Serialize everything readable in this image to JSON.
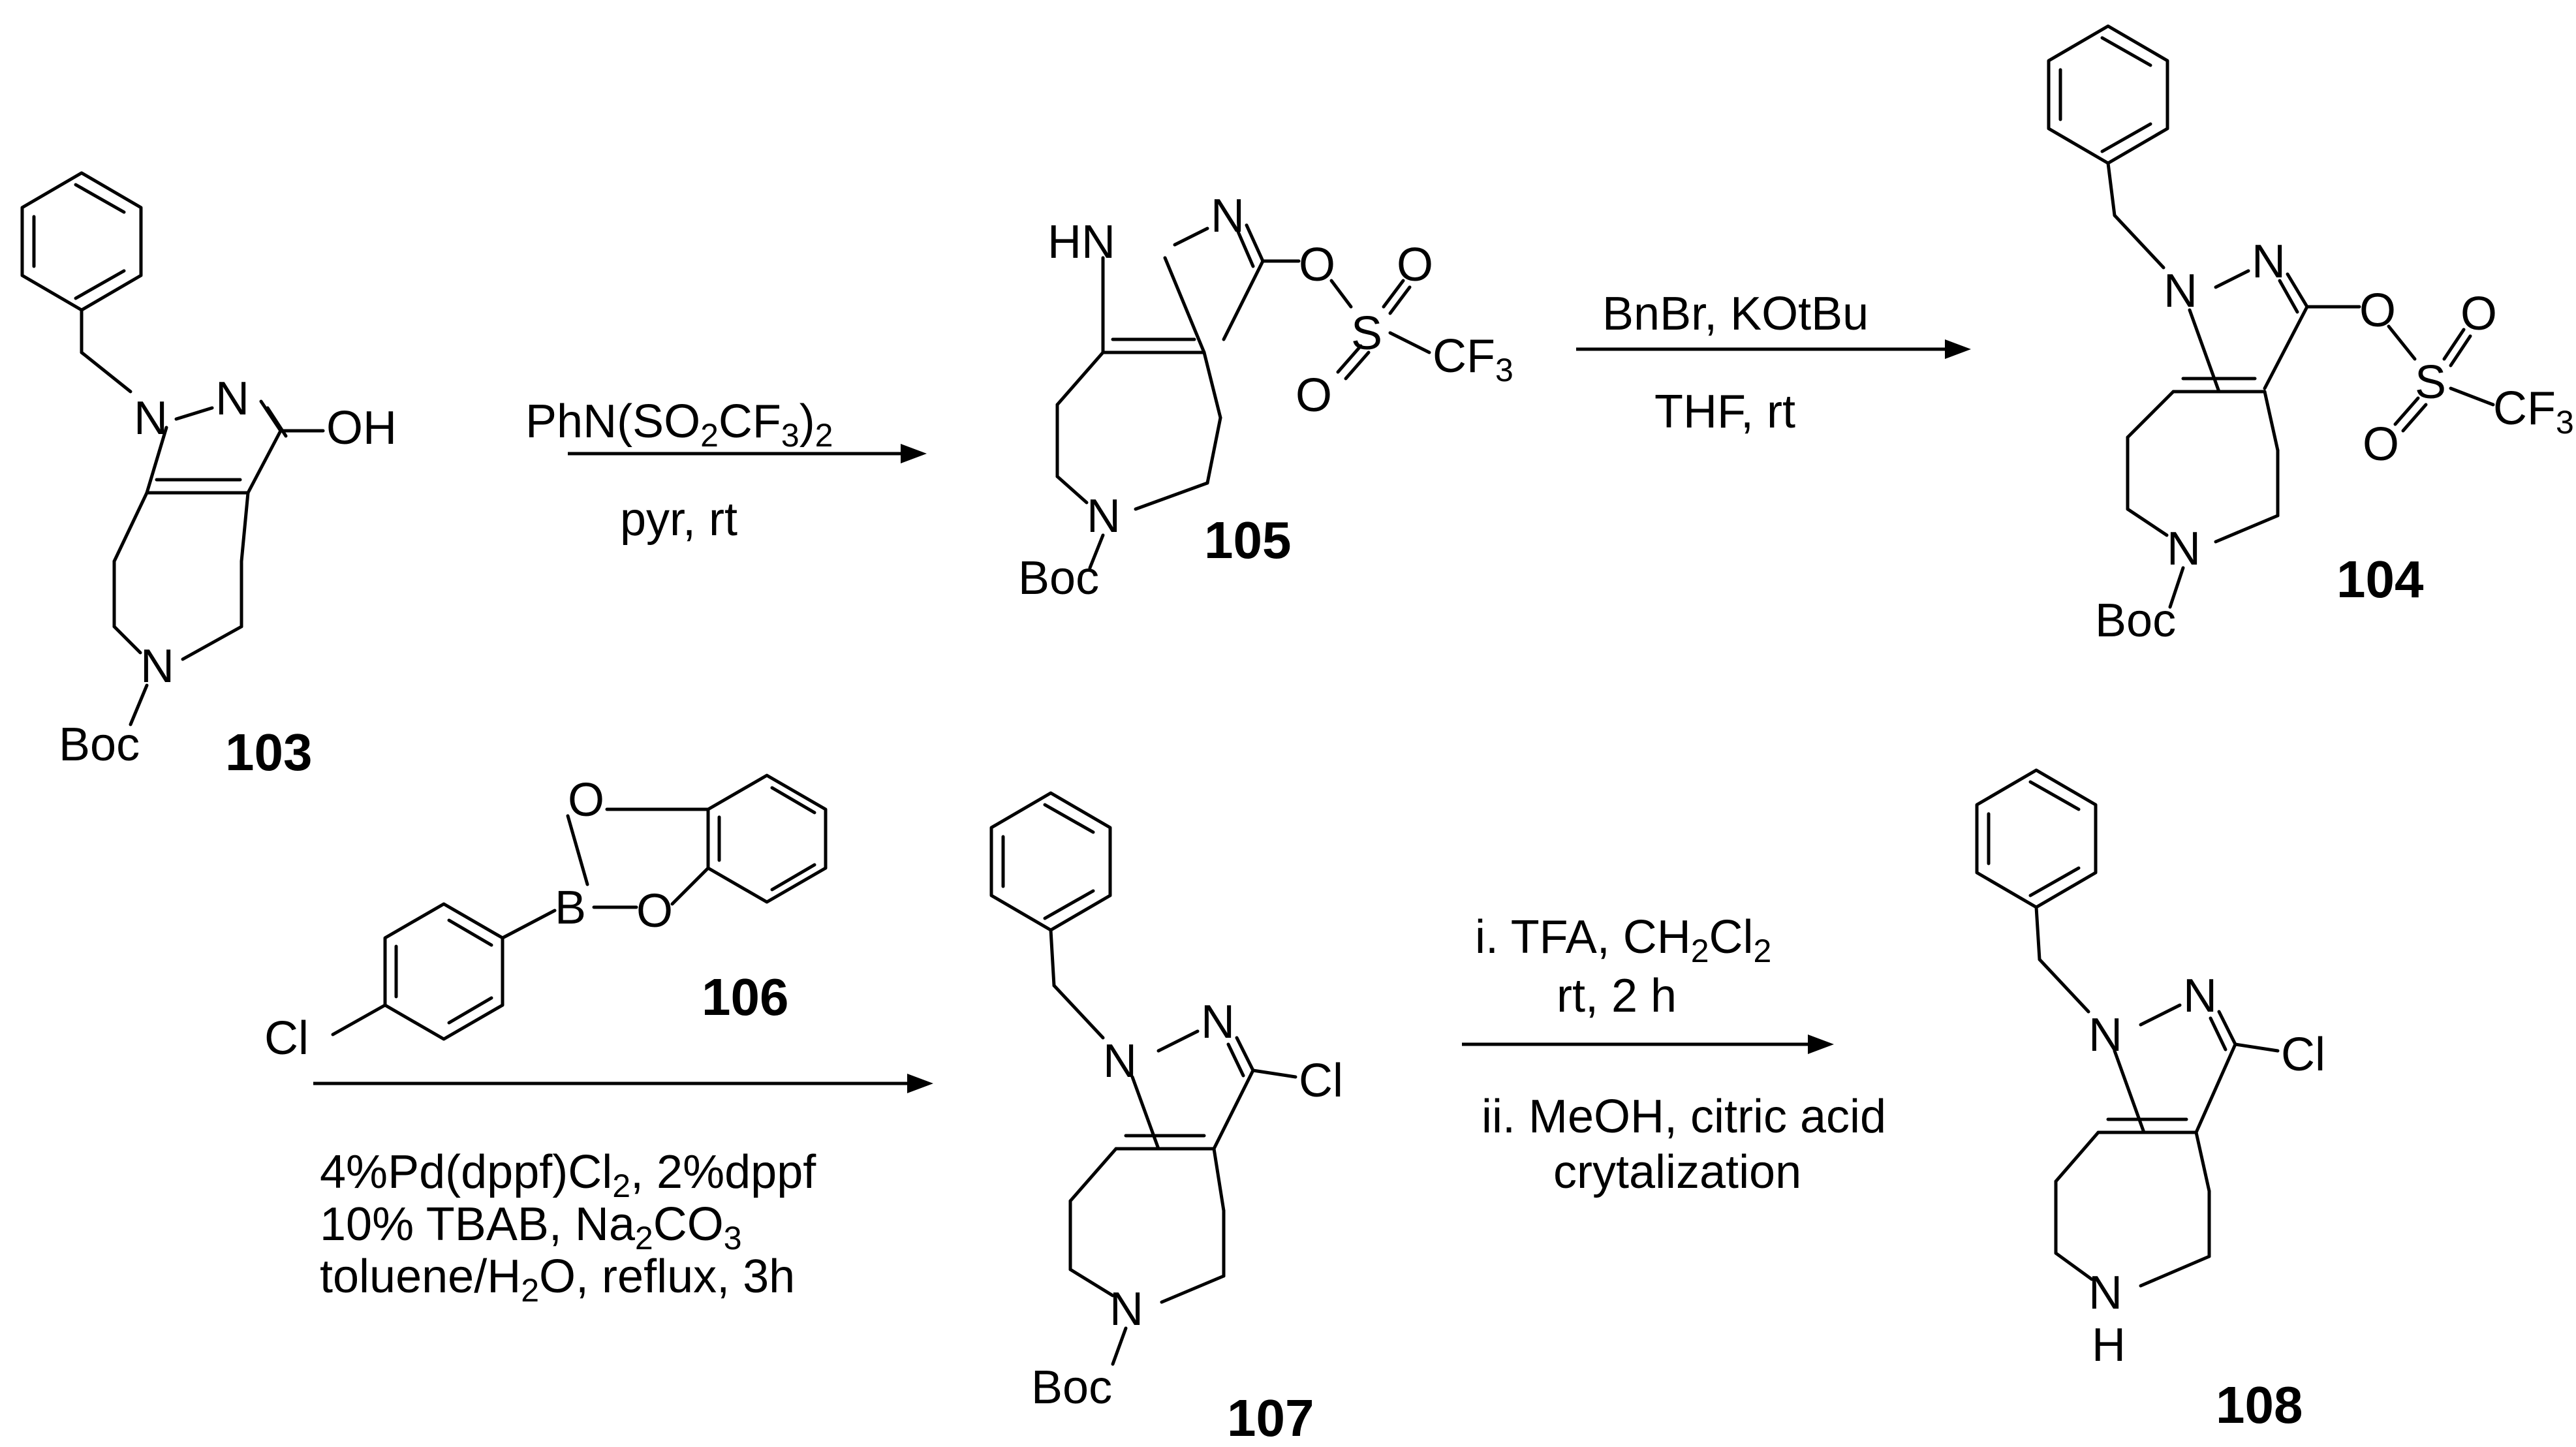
{
  "atoms": {
    "n1": "N",
    "n2": "N",
    "n_ring": "N",
    "hn": "HN",
    "nh_bottom": "N",
    "h_bottom": "H",
    "oh": "OH",
    "o": "O",
    "s": "S",
    "cf": "CF",
    "cf_sub": "3",
    "boc": "Boc",
    "cl": "Cl",
    "b": "B"
  },
  "compounds": {
    "c103": "103",
    "c104": "104",
    "c105": "105",
    "c106": "106",
    "c107": "107",
    "c108": "108"
  },
  "conditions": {
    "step1_above": {
      "a": "PhN(SO",
      "b": "2",
      "c": "CF",
      "d": "3",
      "e": ")",
      "f": "2"
    },
    "step1_below": "pyr, rt",
    "step2_above": "BnBr, KOtBu",
    "step2_below": "THF, rt",
    "step3_line1": {
      "a": "4%Pd(dppf)Cl",
      "b": "2",
      "c": ", 2%dppf"
    },
    "step3_line2": {
      "a": "10% TBAB, Na",
      "b": "2",
      "c": "CO",
      "d": "3"
    },
    "step3_line3": {
      "a": "toluene/H",
      "b": "2",
      "c": "O, reflux, 3h"
    },
    "step4_above1": {
      "a": "i. TFA, CH",
      "b": "2",
      "c": "Cl",
      "d": "2"
    },
    "step4_above2": "rt, 2 h",
    "step4_below1": "ii. MeOH, citric acid",
    "step4_below2": "crytalization"
  }
}
